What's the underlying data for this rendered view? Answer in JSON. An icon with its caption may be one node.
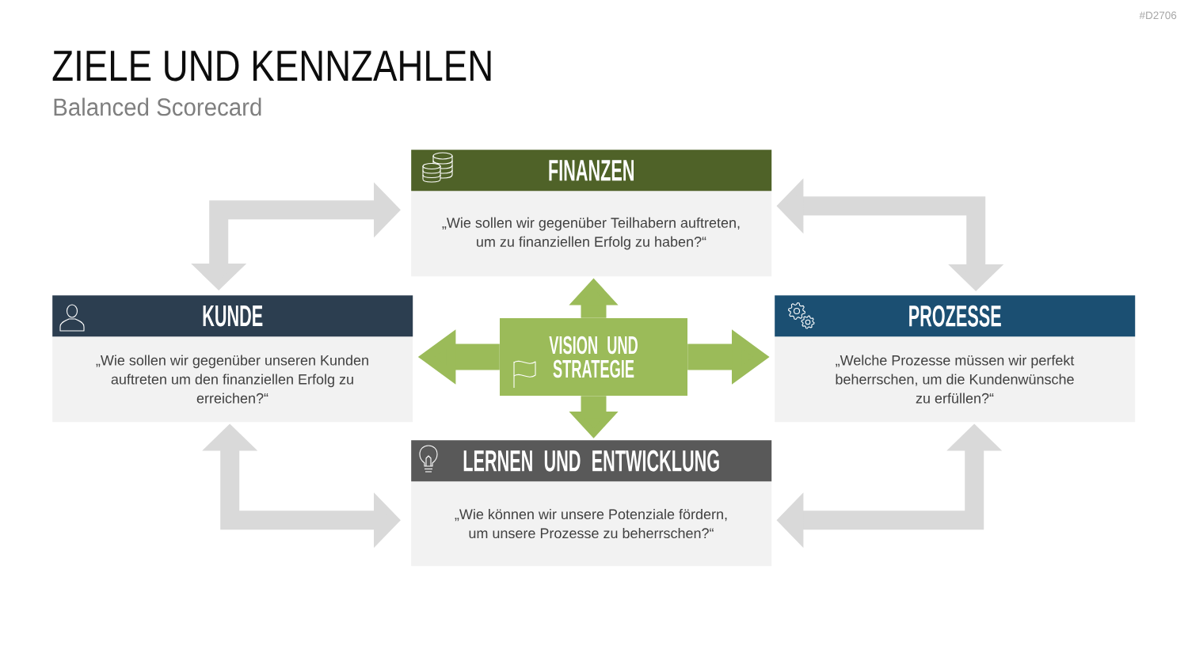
{
  "diagram": {
    "title": "ZIELE UND KENNZAHLEN",
    "nodes": [
      {
        "text": [
          "FINANZEN",
          "„Wie sollen wir gegenüber Teilhabern auftreten, um zu finanziellen Erfolg zu haben?“"
        ]
      },
      {
        "text": [
          "KUNDE",
          "„Wie sollen wir gegenüber unseren Kunden auftreten um den finanziellen Erfolg zu erreichen?“"
        ]
      },
      {
        "text": [
          "VISION UND STRATEGIE"
        ]
      },
      {
        "text": [
          "PROZESSE",
          "„Welche Prozesse müssen wir perfekt beherrschen, um die Kundenwünsche zu erfüllen?“"
        ]
      },
      {
        "text": [
          "LERNEN UND ENTWICKLUNG",
          "„Wie können wir unsere Potenziale fördern, um unsere Prozesse zu beherrschen?“"
        ]
      }
    ],
    "edges": [
      {
        "from": 1,
        "to": 0,
        "arrow": "both",
        "color": "#d9d9d9"
      },
      {
        "from": 0,
        "to": 3,
        "arrow": "both",
        "color": "#d9d9d9"
      },
      {
        "from": 2,
        "to": 0,
        "arrow": "to",
        "color": "#9bbb59"
      },
      {
        "from": 2,
        "to": 1,
        "arrow": "to",
        "color": "#9bbb59"
      },
      {
        "from": 2,
        "to": 3,
        "arrow": "to",
        "color": "#9bbb59"
      },
      {
        "from": 2,
        "to": 4,
        "arrow": "to",
        "color": "#9bbb59"
      },
      {
        "from": 1,
        "to": 4,
        "arrow": "both",
        "color": "#d9d9d9"
      },
      {
        "from": 3,
        "to": 4,
        "arrow": "both",
        "color": "#d9d9d9"
      }
    ],
    "labels": [
      "#D2706",
      "Balanced Scorecard"
    ]
  }
}
